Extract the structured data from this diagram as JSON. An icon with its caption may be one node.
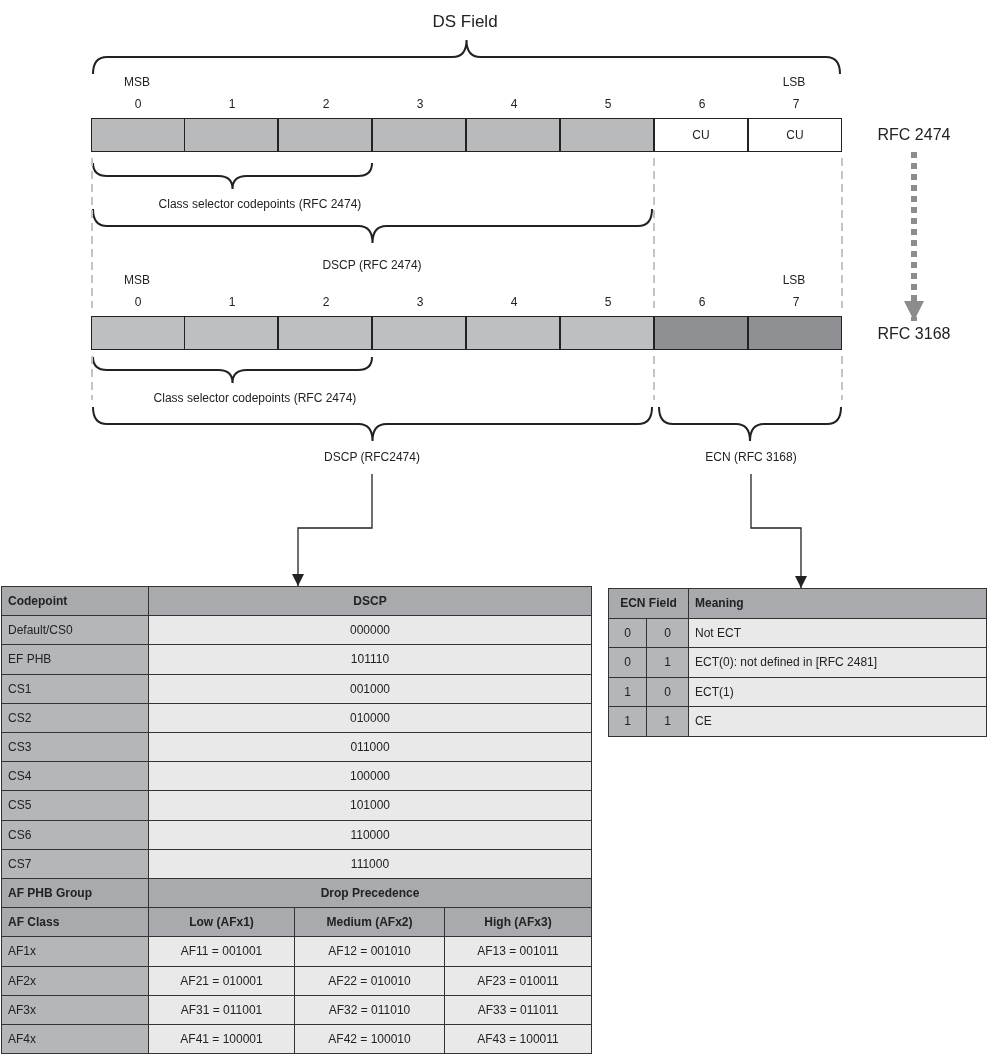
{
  "diagram": {
    "nodes": [
      {
        "text": [],
        "shape": "box",
        "beside": [
          "0"
        ]
      },
      {
        "text": [],
        "shape": "box",
        "beside": [
          "1"
        ]
      },
      {
        "text": [],
        "shape": "box",
        "beside": [
          "2"
        ]
      },
      {
        "text": [],
        "shape": "box",
        "beside": [
          "3"
        ]
      },
      {
        "text": [],
        "shape": "box",
        "beside": [
          "4"
        ]
      },
      {
        "text": [],
        "shape": "box",
        "beside": [
          "5"
        ]
      },
      {
        "text": [
          "CU"
        ],
        "beside": [
          "6"
        ]
      },
      {
        "text": [
          "CU"
        ],
        "beside": [
          "7"
        ]
      },
      {
        "text": [
          "RFC 2474"
        ]
      },
      {
        "text": [],
        "shape": "box",
        "beside": [
          "0"
        ]
      },
      {
        "text": [],
        "shape": "box",
        "beside": [
          "1"
        ]
      },
      {
        "text": [],
        "shape": "box",
        "beside": [
          "2"
        ]
      },
      {
        "text": [],
        "shape": "box",
        "beside": [
          "3"
        ]
      },
      {
        "text": [],
        "shape": "box",
        "beside": [
          "4"
        ]
      },
      {
        "text": [],
        "shape": "box",
        "beside": [
          "5"
        ]
      },
      {
        "text": [],
        "shape": "box",
        "beside": [
          "6"
        ]
      },
      {
        "text": [],
        "shape": "box",
        "beside": [
          "7"
        ]
      },
      {
        "text": [
          "RFC 3168"
        ]
      },
      {
        "text": [
          "DSCP (RFC2474)"
        ]
      },
      {
        "text": [
          "ECN (RFC 3168)"
        ]
      },
      {
        "text": [
          "Codepoint",
          "DSCP",
          "Default/CS0",
          "000000",
          "EF PHB",
          "101110",
          "CS1",
          "001000",
          "CS2",
          "010000",
          "CS3",
          "011000",
          "CS4",
          "100000",
          "CS5",
          "101000",
          "CS6",
          "110000",
          "CS7",
          "111000",
          "AF PHB Group",
          "Drop Precedence",
          "AF Class",
          "Low (AFx1)",
          "Medium (AFx2)",
          "High (AFx3)",
          "AF1x",
          "AF11 = 001001",
          "AF12 = 001010",
          "AF13 = 001011",
          "AF2x",
          "AF21 = 010001",
          "AF22 = 010010",
          "AF23 = 010011",
          "AF3x",
          "AF31 = 011001",
          "AF32 = 011010",
          "AF33 = 011011",
          "AF4x",
          "AF41 = 100001",
          "AF42 = 100010",
          "AF43 = 100011"
        ]
      },
      {
        "text": [
          "ECN Field",
          "Meaning",
          "0",
          "0",
          "Not ECT",
          "0",
          "1",
          "ECT(0): not defined in [RFC 2481]",
          "1",
          "0",
          "ECT(1)",
          "1",
          "1",
          "CE"
        ]
      }
    ],
    "edges": [
      {
        "from": 8,
        "to": 17,
        "arrow": "to",
        "style": "dashed",
        "color": "#8c8c8c"
      },
      {
        "from": 18,
        "to": 20,
        "arrow": "to"
      },
      {
        "from": 19,
        "to": 21,
        "arrow": "to"
      }
    ],
    "labels": [
      "DS Field",
      "MSB",
      "LSB",
      "Class selector codepoints (RFC 2474)",
      "DSCP (RFC 2474)",
      "MSB",
      "LSB",
      "Class selector codepoints (RFC 2474)"
    ]
  }
}
